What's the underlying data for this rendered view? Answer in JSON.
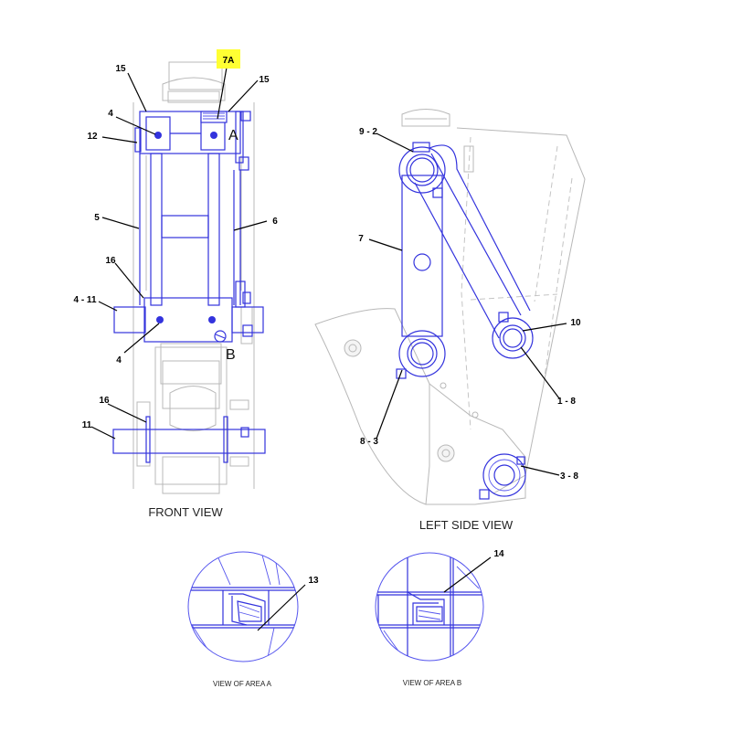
{
  "callouts": {
    "c7a": "7A",
    "c15_left": "15",
    "c15_right": "15",
    "c4_top": "4",
    "c12": "12",
    "c5": "5",
    "c6": "6",
    "c16_top": "16",
    "c4_11": "4 - 11",
    "c4_bottom": "4",
    "c16_bottom": "16",
    "c11": "11",
    "c9_2": "9 - 2",
    "c7": "7",
    "c10": "10",
    "c1_8": "1 - 8",
    "c8_3": "8 - 3",
    "c3_8": "3 - 8",
    "c13": "13",
    "c14": "14"
  },
  "markers": {
    "area_a": "A",
    "area_b": "B"
  },
  "views": {
    "front": "FRONT VIEW",
    "left_side": "LEFT SIDE VIEW",
    "area_a": "VIEW OF AREA A",
    "area_b": "VIEW OF AREA B"
  },
  "colors": {
    "part_outline": "#3333dd",
    "background_outline": "#b8b8b8",
    "highlight": "#ffff33"
  }
}
